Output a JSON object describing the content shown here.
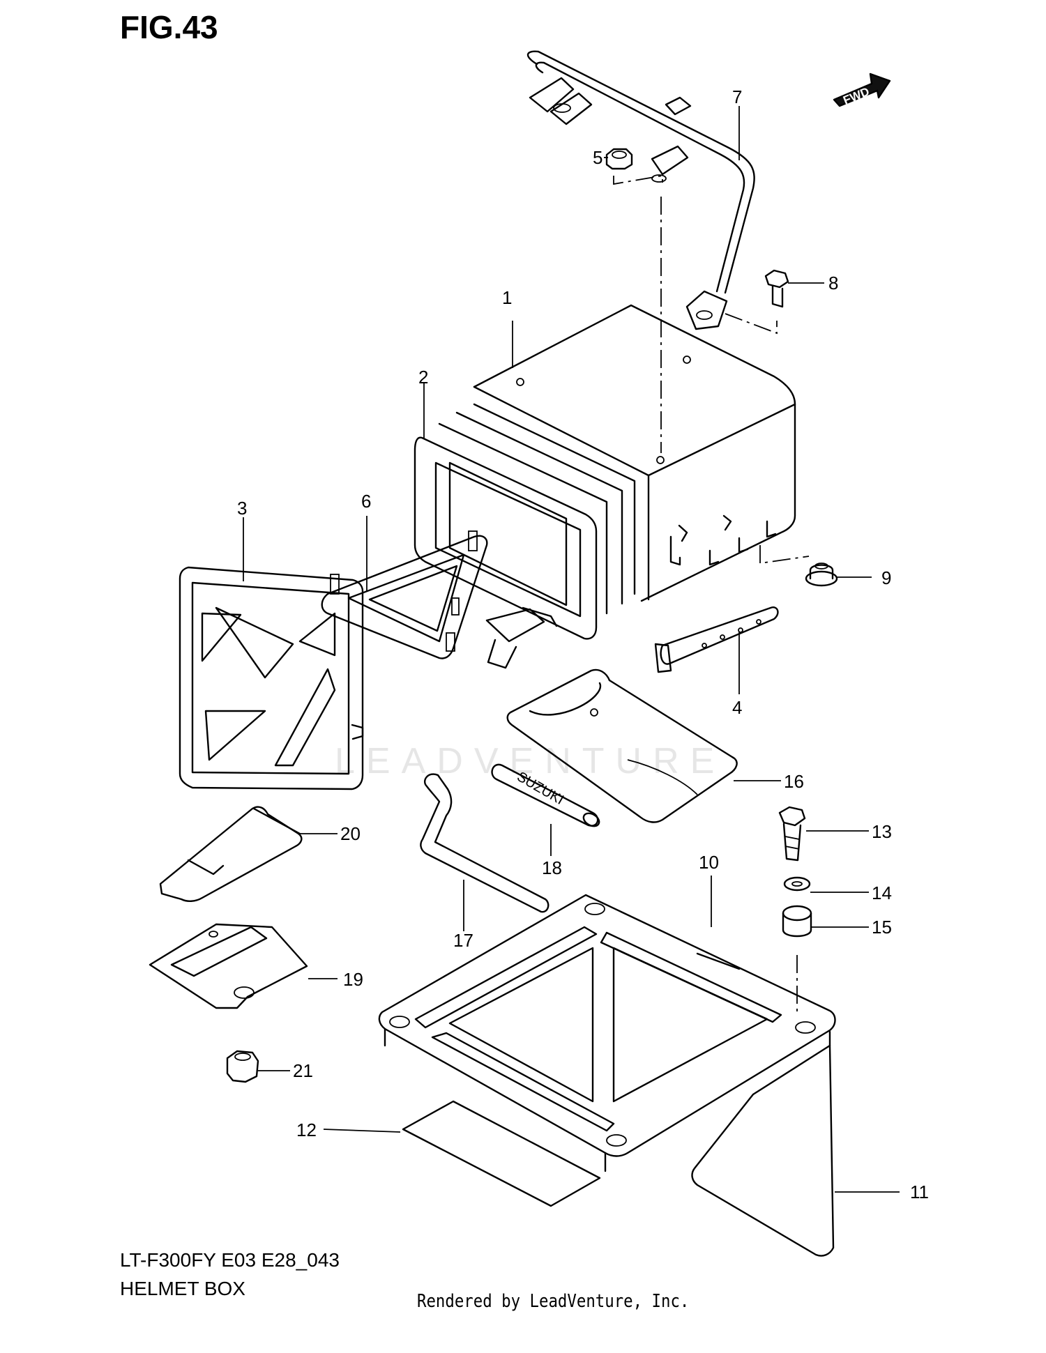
{
  "figure": {
    "title": "FIG.43"
  },
  "fwd_label": "FWD",
  "callouts": [
    "1",
    "2",
    "3",
    "4",
    "5",
    "6",
    "7",
    "8",
    "9",
    "10",
    "11",
    "12",
    "13",
    "14",
    "15",
    "16",
    "17",
    "18",
    "19",
    "20",
    "21"
  ],
  "printed_text": {
    "tube_label": "SUZUKI"
  },
  "footer": {
    "model_code": "LT-F300FY E03 E28_043",
    "section_name": "HELMET BOX",
    "rendered_by": "Rendered by LeadVenture, Inc."
  },
  "watermark": {
    "text": "LEADVENTURE"
  }
}
